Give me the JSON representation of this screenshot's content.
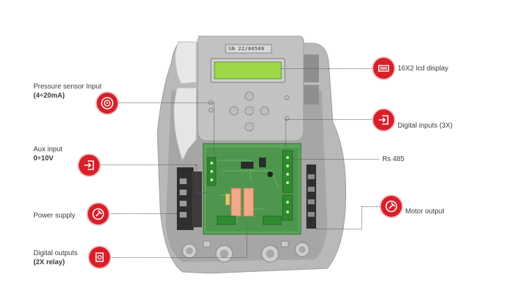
{
  "device": {
    "serial_number": "SN 22/00500"
  },
  "callouts": [
    {
      "id": "pressure",
      "title": "Pressure sensor Input",
      "detail": "(4÷20mA)",
      "icon": "pressure-gauge-icon"
    },
    {
      "id": "aux",
      "title": "Aux input",
      "detail": "0÷10V",
      "icon": "input-arrow-icon"
    },
    {
      "id": "power",
      "title": "Power supply",
      "detail": "",
      "icon": "power-plug-icon"
    },
    {
      "id": "digital_outputs",
      "title": "Digital outputs",
      "detail": "(2X relay)",
      "icon": "relay-icon"
    },
    {
      "id": "lcd",
      "title": "16X2 lcd display",
      "detail": "",
      "icon": "lcd-display-icon"
    },
    {
      "id": "digital_inputs",
      "title": "Digital inputs (3X)",
      "detail": "",
      "icon": "input-arrow-icon"
    },
    {
      "id": "rs485",
      "title": "Rs 485",
      "detail": "",
      "icon": ""
    },
    {
      "id": "motor",
      "title": "Motor output",
      "detail": "",
      "icon": "motor-plug-icon"
    }
  ],
  "colors": {
    "accent": "#d8202a",
    "lcd": "#9cd84a",
    "pcb": "#3f8f3f",
    "housing": "#b4b4b4",
    "relay": "#f2a88a"
  }
}
